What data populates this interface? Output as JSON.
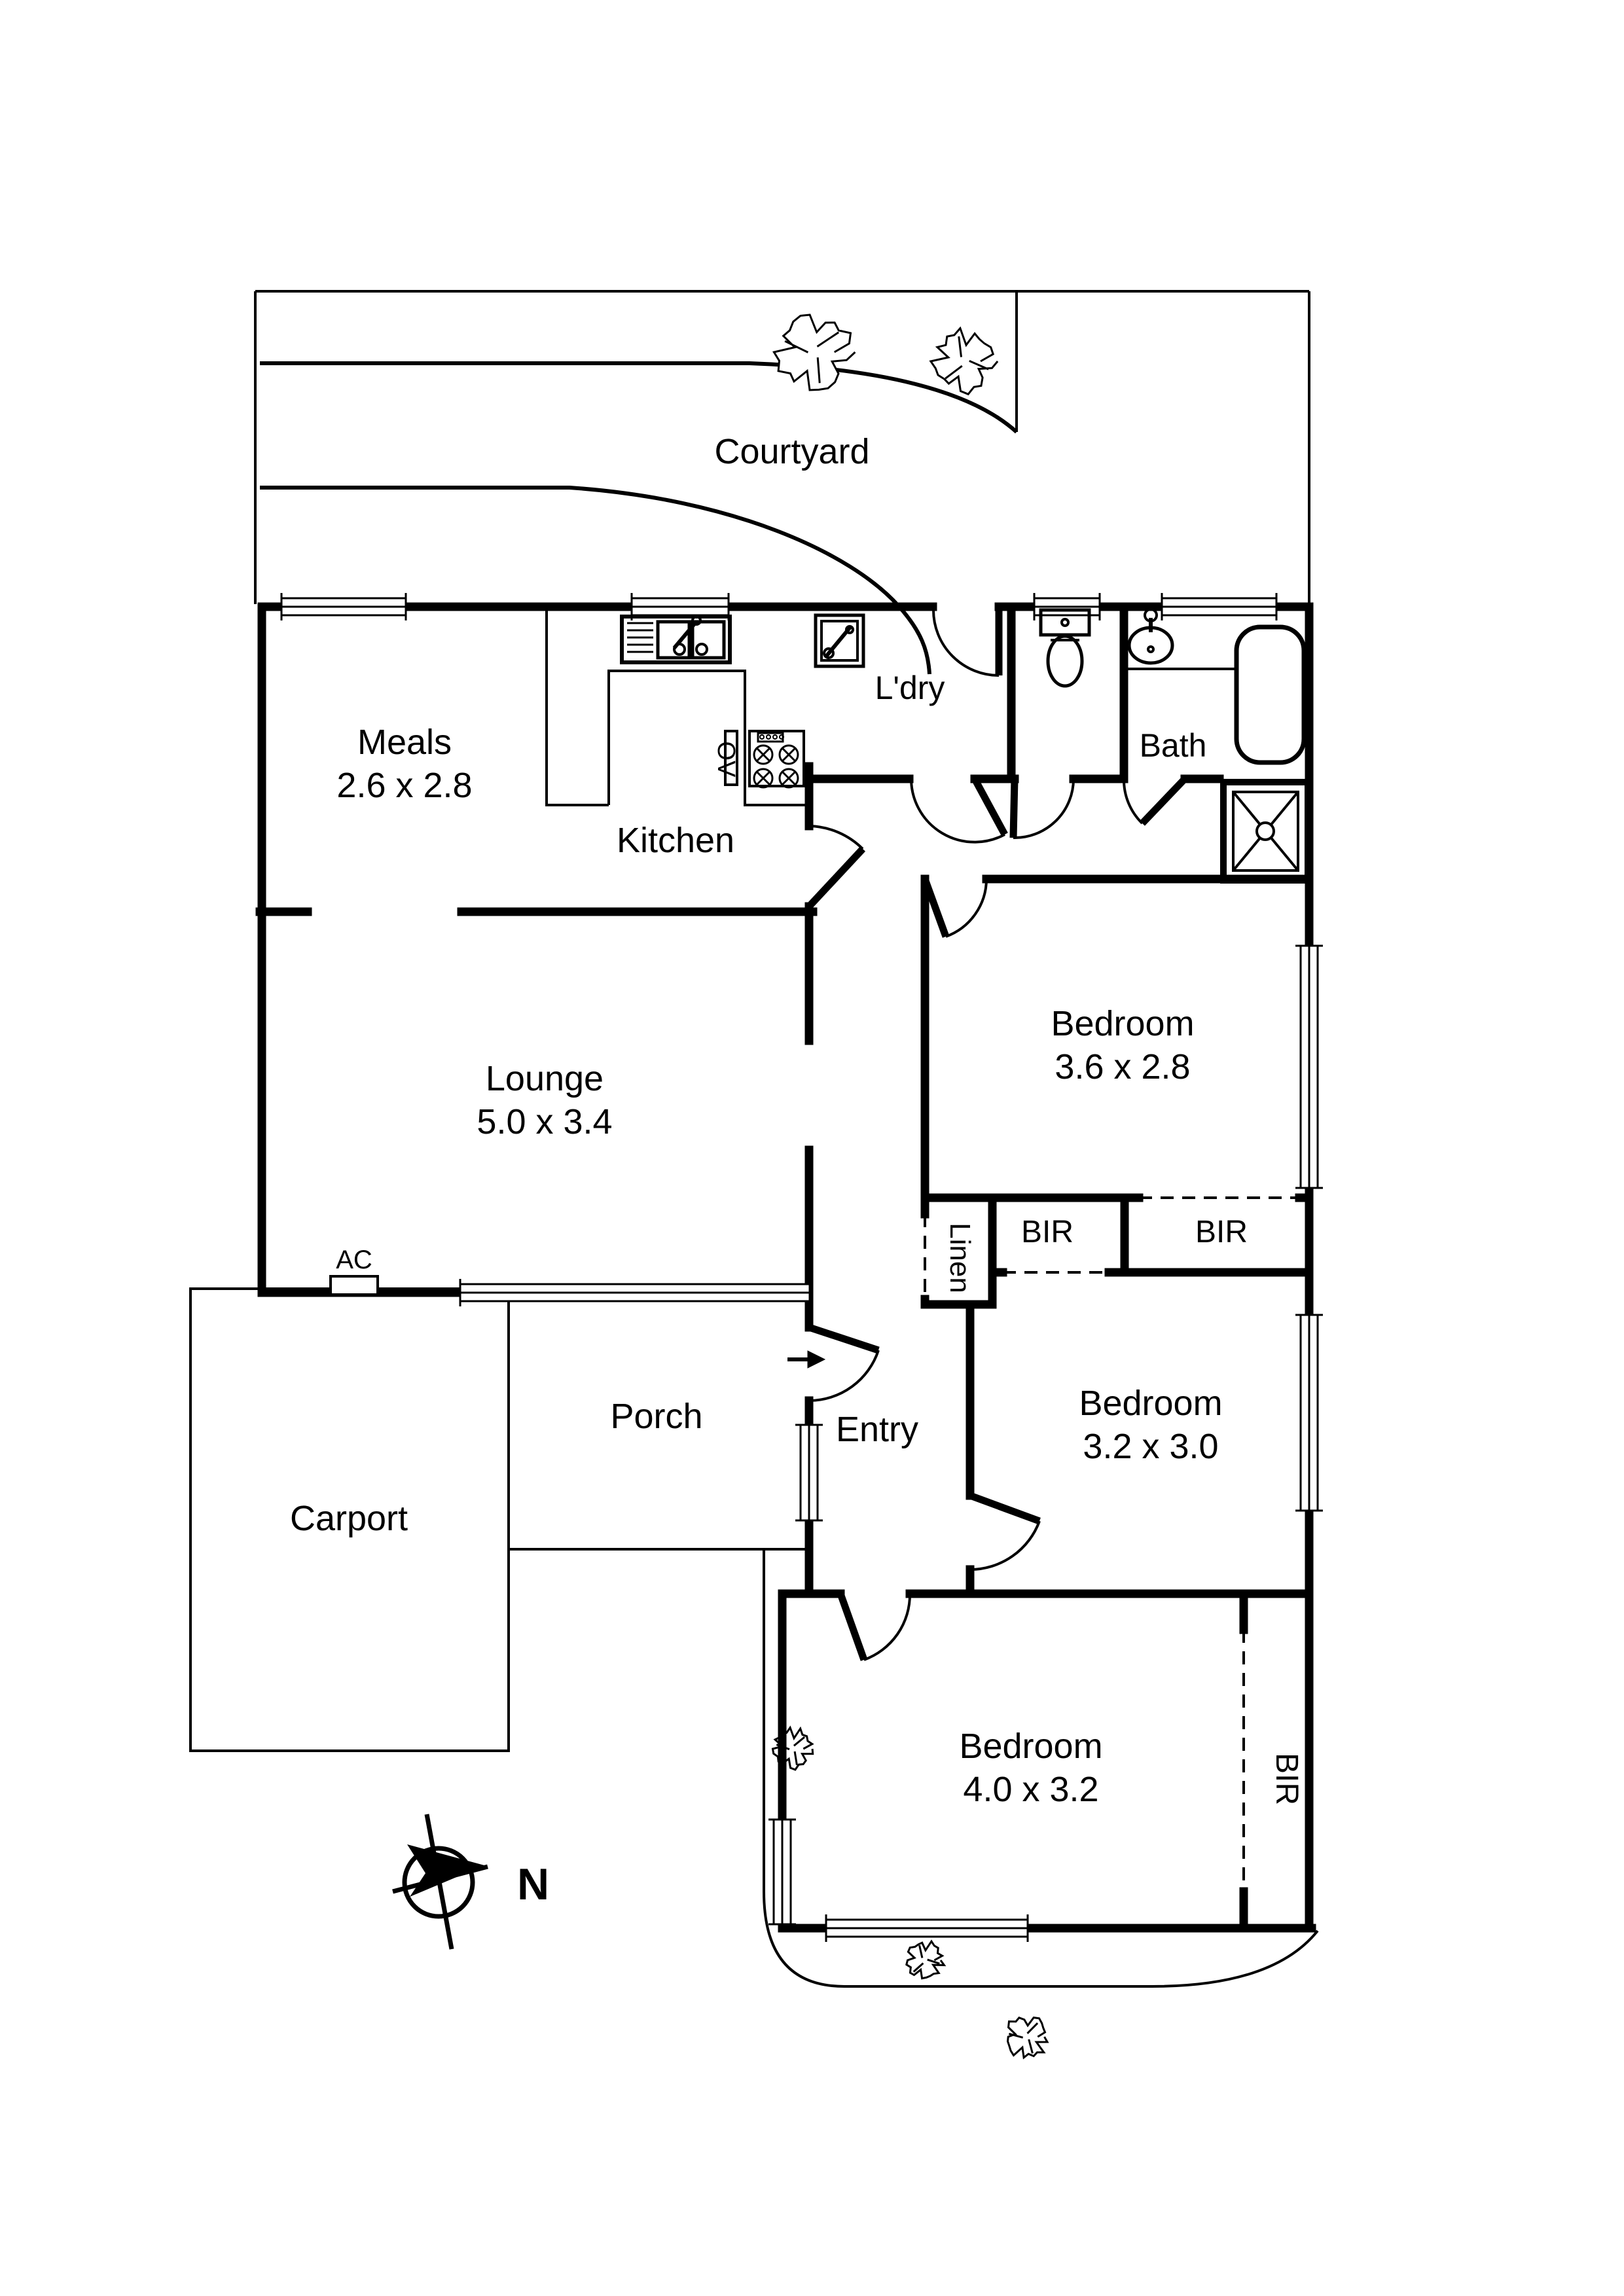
{
  "plan": {
    "rooms": {
      "courtyard": {
        "name": "Courtyard"
      },
      "meals": {
        "name": "Meals",
        "dim": "2.6 x 2.8"
      },
      "kitchen": {
        "name": "Kitchen"
      },
      "laundry": {
        "name": "L'dry"
      },
      "bath": {
        "name": "Bath"
      },
      "lounge": {
        "name": "Lounge",
        "dim": "5.0 x 3.4"
      },
      "bedroom1": {
        "name": "Bedroom",
        "dim": "3.6 x 2.8"
      },
      "bedroom2": {
        "name": "Bedroom",
        "dim": "3.2 x 3.0"
      },
      "bedroom3": {
        "name": "Bedroom",
        "dim": "4.0 x 3.2"
      },
      "entry": {
        "name": "Entry"
      },
      "porch": {
        "name": "Porch"
      },
      "carport": {
        "name": "Carport"
      }
    },
    "storage": {
      "bir_bed1": "BIR",
      "bir_bed2": "BIR",
      "bir_bed3": "BIR",
      "linen": "Linen"
    },
    "labels": {
      "ac": "AC",
      "oven": "OV"
    },
    "compass": {
      "north": "N"
    },
    "colors": {
      "line": "#000000",
      "background": "#ffffff"
    }
  }
}
